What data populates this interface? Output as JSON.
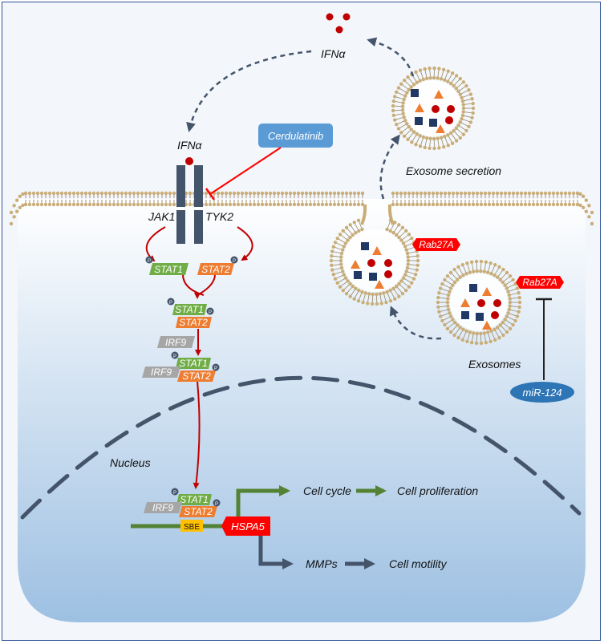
{
  "labels": {
    "ifn_top": "IFNα",
    "ifn_receptor": "IFNα",
    "jak1": "JAK1",
    "tyk2": "TYK2",
    "cerdulatinib": "Cerdulatinib",
    "exosome_secretion": "Exosome secretion",
    "exosomes": "Exosomes",
    "rab27a_upper": "Rab27A",
    "rab27a_lower": "Rab27A",
    "mir124": "miR-124",
    "nucleus": "Nucleus",
    "hspa5": "HSPA5",
    "sbe": "SBE",
    "cell_cycle": "Cell cycle",
    "cell_proliferation": "Cell proliferation",
    "mmps": "MMPs",
    "cell_motility": "Cell motility",
    "stat1": "STAT1",
    "stat2": "STAT2",
    "irf9": "IRF9",
    "p": "P"
  },
  "colors": {
    "stat1": "#70ad47",
    "stat2": "#ed7d31",
    "irf9": "#a6a6a6",
    "red": "#c00000",
    "hspa5": "#ff0000",
    "navy": "#44546a",
    "cerdulatinib": "#5b9bd5",
    "mir124": "#2e75b6",
    "membrane": "#c9ad78",
    "green_arrow": "#548235"
  }
}
